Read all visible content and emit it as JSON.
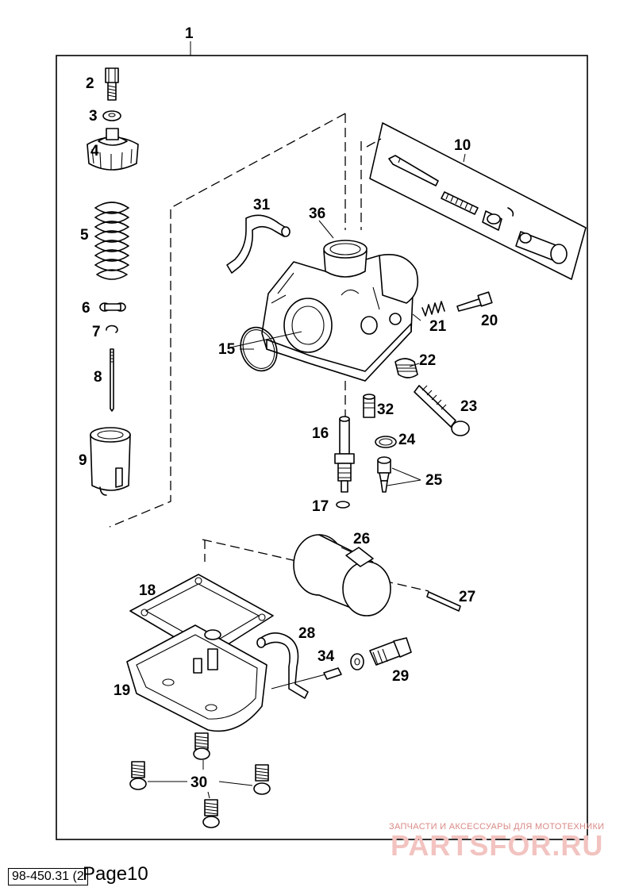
{
  "document": {
    "doc_id": "98-450.31 (2",
    "page_label": "Page10"
  },
  "watermark": {
    "line": "ЗАПЧАСТИ И АКСЕССУАРЫ ДЛЯ МОТОТЕХНИКИ",
    "logo": "PARTSFOR.RU"
  },
  "callouts": {
    "c1": "1",
    "c2": "2",
    "c3": "3",
    "c4": "4",
    "c5": "5",
    "c6": "6",
    "c7": "7",
    "c8": "8",
    "c9": "9",
    "c10": "10",
    "c15": "15",
    "c16": "16",
    "c17": "17",
    "c18": "18",
    "c19": "19",
    "c20": "20",
    "c21": "21",
    "c22": "22",
    "c23": "23",
    "c24": "24",
    "c25": "25",
    "c26": "26",
    "c27": "27",
    "c28": "28",
    "c29": "29",
    "c30": "30",
    "c31": "31",
    "c32": "32",
    "c34": "34",
    "c36": "36"
  }
}
